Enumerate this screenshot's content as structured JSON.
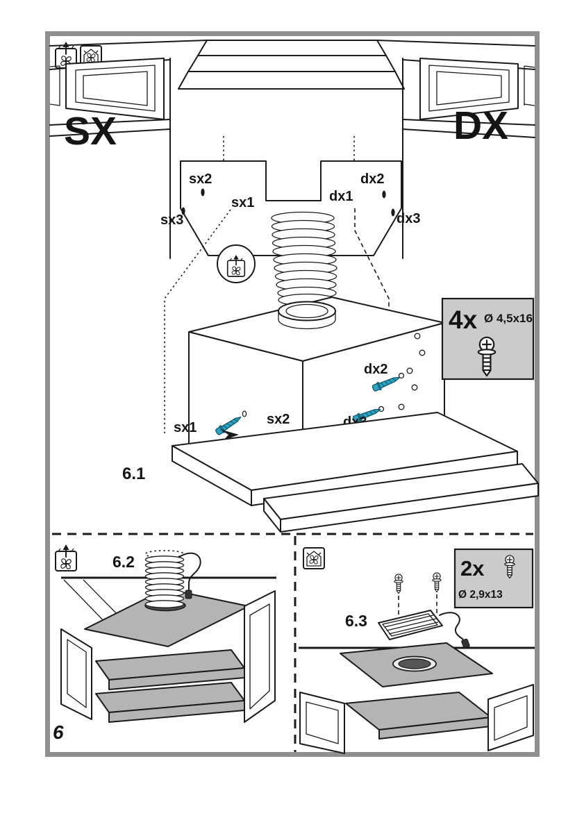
{
  "page": {
    "number": "6"
  },
  "colors": {
    "screw_accent": "#2ba3c2",
    "panel_gray": "#b4b4b4",
    "callout_bg": "#cbcbcb",
    "frame_gray": "#8f8f8f"
  },
  "figure_61": {
    "label": "6.1",
    "side_left": "SX",
    "side_right": "DX",
    "holes": {
      "sx1": "sx1",
      "sx2": "sx2",
      "sx3": "sx3",
      "dx1": "dx1",
      "dx2": "dx2",
      "dx3": "dx3"
    },
    "callout": {
      "count": "4x",
      "size": "Ø 4,5x16"
    }
  },
  "figure_62": {
    "label": "6.2"
  },
  "figure_63": {
    "label": "6.3",
    "callout": {
      "count": "2x",
      "size": "Ø 2,9x13"
    }
  },
  "icons": {
    "ducting_mode": "ducting-mode-icon",
    "recirculation_mode": "recirculation-mode-icon",
    "fan_badge": "fan-badge-icon"
  }
}
